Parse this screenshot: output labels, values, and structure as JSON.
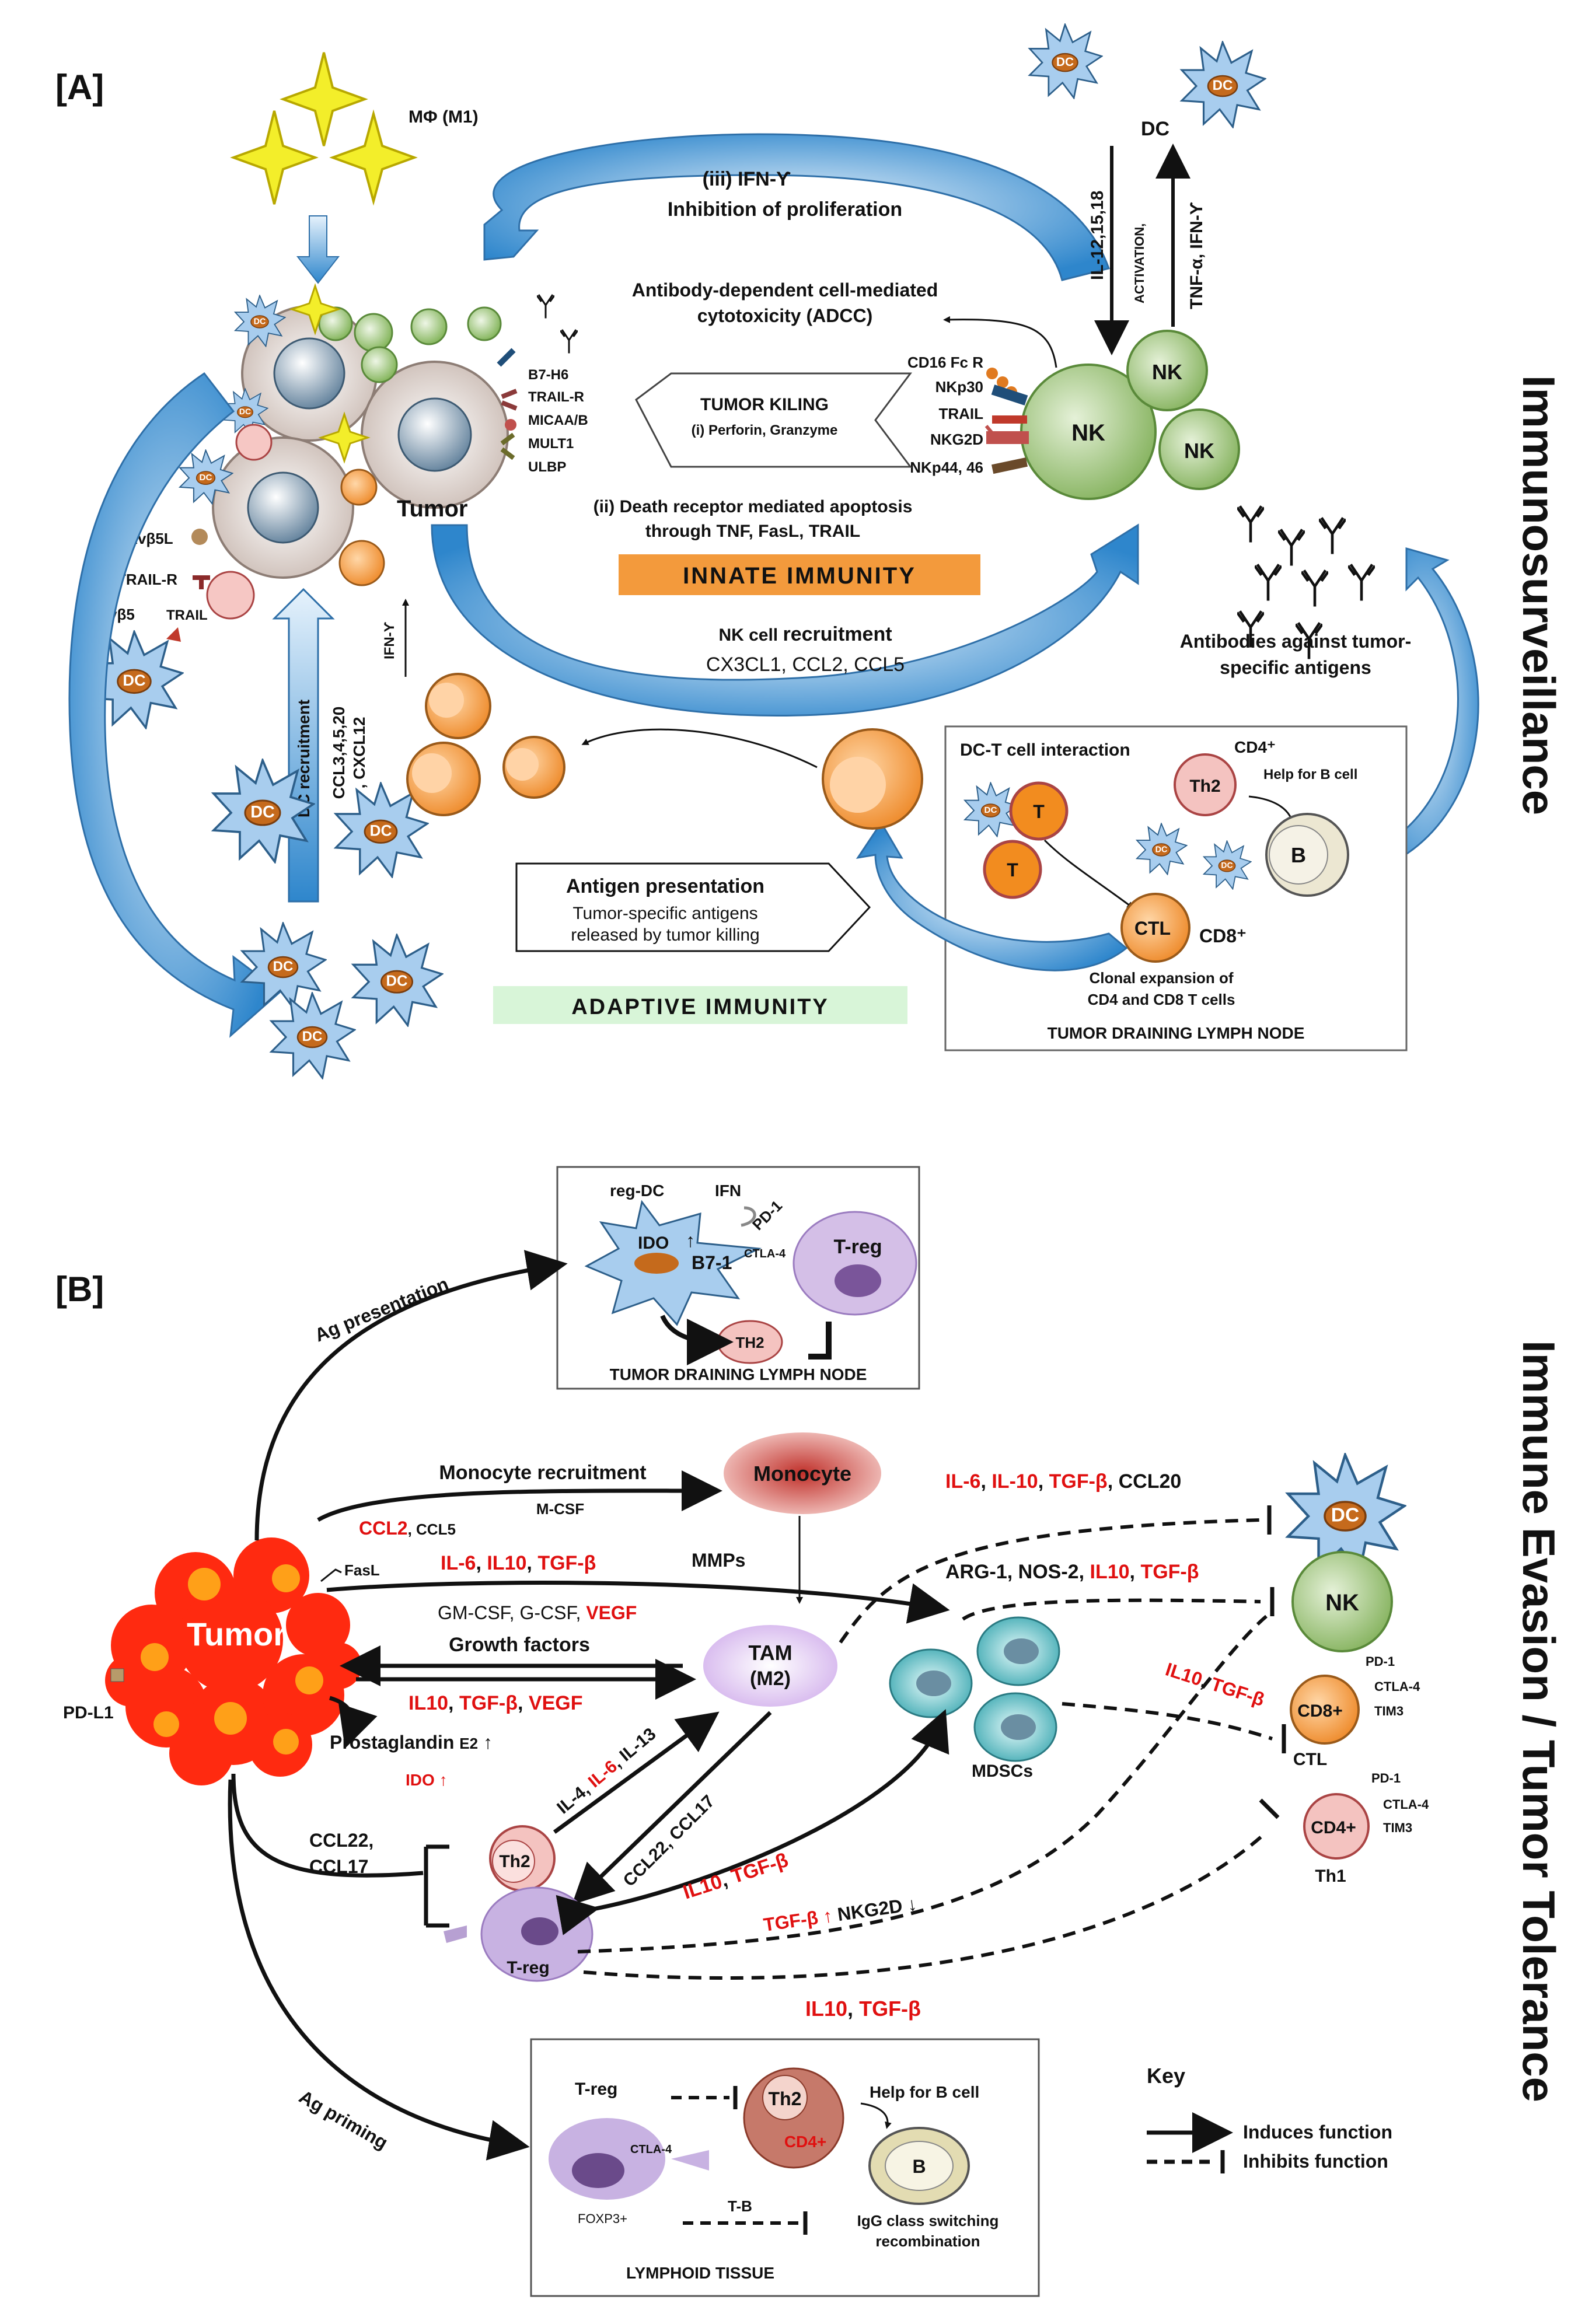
{
  "panelA": {
    "label": "[A]",
    "side_title": "Immunosurveillance",
    "macrophage": "MΦ (M1)",
    "dc_top": "DC",
    "ifn": "(iii) IFN-Ƴ",
    "inhibition": "Inhibition of proliferation",
    "adcc_line1": "Antibody-dependent cell-mediated",
    "adcc_line2": "cytotoxicity (ADCC)",
    "ligands": [
      "B7-H6",
      "TRAIL-R",
      "MICAA/B",
      "MULT1",
      "ULBP"
    ],
    "receptors": [
      "CD16 Fc R",
      "NKp30",
      "TRAIL",
      "NKG2D",
      "NKp44, 46"
    ],
    "tumor_killing": "TUMOR KILING",
    "perforin": "(i) Perforin, Granzyme",
    "tumor": "Tumor",
    "death_line1": "(ii) Death receptor mediated apoptosis",
    "death_line2": "through TNF, FasL, TRAIL",
    "innate": "INNATE IMMUNITY",
    "avb5l": "αvβ5L",
    "trail_r": "TRAIL-R",
    "avb5": "αvβ5",
    "trail": "TRAIL",
    "ifn_small": "IFN-Ƴ",
    "dc_recruit": "DC recruitment",
    "ccl": "CCL3,4,5,20",
    "cxcl": ", CXCL12",
    "nk_recruit_a": "NK cell",
    "nk_recruit_b": "recruitment",
    "chemokines": "CX3CL1, CCL2, CCL5",
    "il12": "IL-12,15,18",
    "activation": "ACTIVATION,",
    "tnf": "TNF-α, IFN-Ƴ",
    "nk": "NK",
    "antibodies_line1": "Antibodies against tumor-",
    "antibodies_line2": "specific antigens",
    "dct": "DC-T cell interaction",
    "cd4": "CD4⁺",
    "th2": "Th2",
    "help_b": "Help for B cell",
    "t": "T",
    "b": "B",
    "ctl": "CTL",
    "cd8": "CD8⁺",
    "clonal1": "Clonal expansion of",
    "clonal2": "CD4 and CD8 T cells",
    "tdln": "TUMOR DRAINING LYMPH NODE",
    "antigen": "Antigen presentation",
    "antigen2": "Tumor-specific antigens",
    "antigen3": "released by tumor killing",
    "adaptive": "ADAPTIVE IMMUNITY",
    "dc": "DC"
  },
  "panelB": {
    "label": "[B]",
    "side_title": "Immune Evasion / Tumor Tolerance",
    "regdc": "reg-DC",
    "ifn": "IFN",
    "pd1": "PD-1",
    "ido": "IDO",
    "b71": "B7-1",
    "ctla4": "CTLA-4",
    "treg": "T-reg",
    "th2": "TH2",
    "tdln": "TUMOR DRAINING LYMPH NODE",
    "ag_pres": "Ag presentation",
    "mono_recruit": "Monocyte recruitment",
    "monocyte": "Monocyte",
    "mcsf": "M-CSF",
    "ccl2": "CCL2",
    "ccl5": ", CCL5",
    "fasl": "FasL",
    "mmps": "MMPs",
    "il6": "IL-6",
    "il10": "IL10",
    "tgfb": "TGF-β",
    "gm": "GM-CSF, G-CSF,",
    "vegf": "VEGF",
    "growth": "Growth factors",
    "tumor": "Tumor",
    "tam": "TAM",
    "m2": "(M2)",
    "pdl1": "PD-L1",
    "prostaglandin": "Prostaglandin",
    "e2": "E2",
    "ido_up": "IDO",
    "il4": "IL-4,",
    "il13": ", IL-13",
    "ccl22_17": "CCL22, CCL17",
    "ccl22": "CCL22,",
    "ccl17": "CCL17",
    "th2b": "Th2",
    "treg2": "T-reg",
    "il6_top": "IL-6",
    "il10_top": "IL-10",
    "ccl20": ", CCL20",
    "arg": "ARG-1, NOS-2,",
    "mdsc": "MDSCs",
    "nkg2d": "NKG2D",
    "nk": "NK",
    "dc": "DC",
    "cd8": "CD8+",
    "ctl": "CTL",
    "cd4": "CD4+",
    "th1": "Th1",
    "tim3": "TIM3",
    "ag_prime": "Ag priming",
    "foxp3": "FOXP3+",
    "tb": "T-B",
    "help_b": "Help for B cell",
    "igg1": "IgG class switching",
    "igg2": "recombination",
    "lymphoid": "LYMPHOID TISSUE",
    "b": "B",
    "key": "Key",
    "induces": "Induces function",
    "inhibits": "Inhibits function",
    "comma": ","
  },
  "colors": {
    "dc_fill": "#a8cdee",
    "nk_fill": "#a6c884",
    "orange_cell": "#f49a3c",
    "tumor_red": "#ff2a10",
    "tam_fill": "#dcc3ee",
    "treg_fill": "#b7a0d2",
    "innate_bar": "#f39a3c",
    "adaptive_bar": "#d8f5d8",
    "red_text": "#e01010",
    "arrow_blue": "#2e86cc"
  }
}
